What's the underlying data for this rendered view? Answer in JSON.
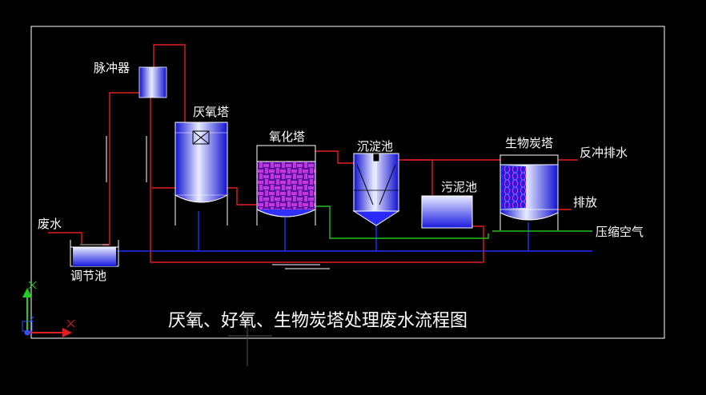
{
  "title": "厌氧、好氧、生物炭塔处理废水流程图",
  "labels": {
    "pulser": "脉冲器",
    "anaerobic_tower": "厌氧塔",
    "oxidation_tower": "氧化塔",
    "settling_tank": "沉淀池",
    "sludge_tank": "污泥池",
    "biochar_tower": "生物炭塔",
    "backwash_drain": "反冲排水",
    "discharge": "排放",
    "compressed_air": "压缩空气",
    "wastewater": "废水",
    "regulating_tank": "调节池"
  },
  "colors": {
    "background": "#000000",
    "frame": "#ffffff",
    "pipe_red": "#e02020",
    "pipe_blue": "#2030ff",
    "pipe_green": "#20c020",
    "tank_blue": "#2a2aff",
    "tank_light": "#dfe4ff",
    "fill_magenta": "#d020d0",
    "axis_y": "#20d020",
    "axis_x": "#e02020",
    "axis_marker": "#3050ff"
  }
}
